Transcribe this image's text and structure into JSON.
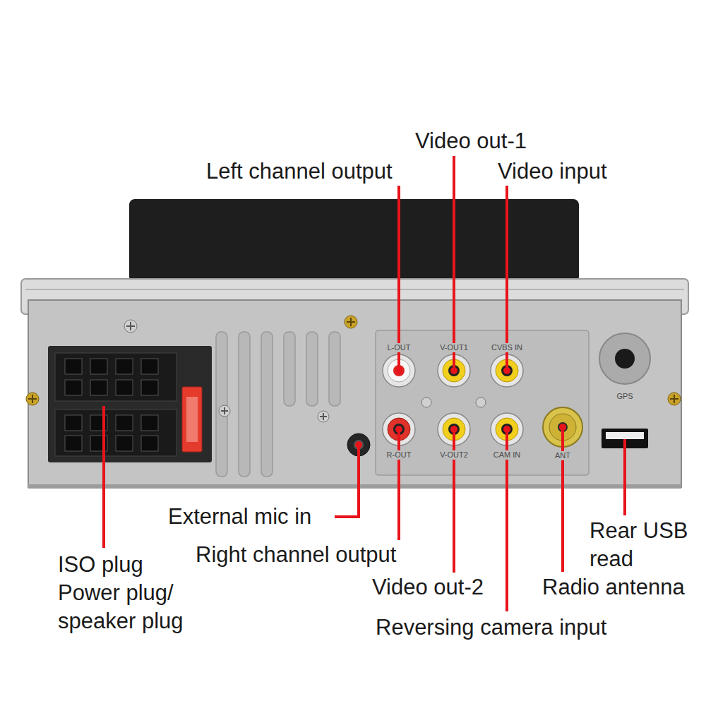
{
  "diagram": {
    "labels": [
      "Video out-1",
      "Left channel output",
      "Video input",
      "L-OUT",
      "V-OUT1",
      "CVBS IN",
      "GPS",
      "R-OUT",
      "V-OUT2",
      "CAM IN",
      "ANT",
      "External mic in",
      "Rear USB read",
      "Right channel output",
      "Video out-2",
      "Radio antenna",
      "ISO plug Power plug/ speaker plug",
      "Reversing camera input"
    ]
  }
}
